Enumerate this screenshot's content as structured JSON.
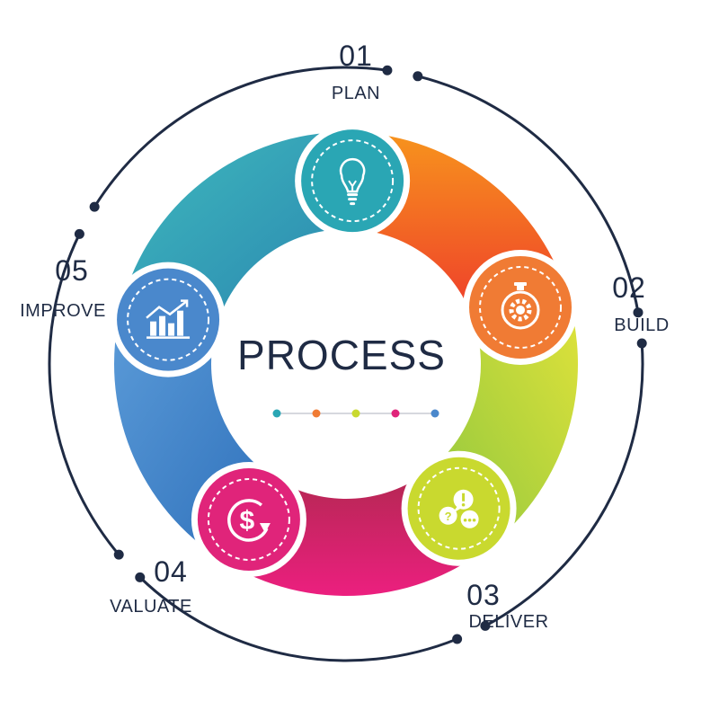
{
  "title": "PROCESS",
  "steps": [
    {
      "number": "01",
      "name": "PLAN",
      "color": "#2aa6b4",
      "icon": "lightbulb-icon"
    },
    {
      "number": "02",
      "name": "BUILD",
      "color": "#f07b34",
      "icon": "stopwatch-gear-icon"
    },
    {
      "number": "03",
      "name": "DELIVER",
      "color": "#c9d92f",
      "icon": "speech-bubbles-icon"
    },
    {
      "number": "04",
      "name": "VALUATE",
      "color": "#e0247a",
      "icon": "dollar-cycle-icon"
    },
    {
      "number": "05",
      "name": "IMPROVE",
      "color": "#4a88cc",
      "icon": "bar-chart-icon"
    }
  ],
  "colors": {
    "text": "#1f2b44",
    "outer_ring": "#1f2b44",
    "plan": "#2aa6b4",
    "build": "#f07b34",
    "deliver": "#c9d92f",
    "valuate": "#e0247a",
    "improve": "#4a88cc"
  }
}
